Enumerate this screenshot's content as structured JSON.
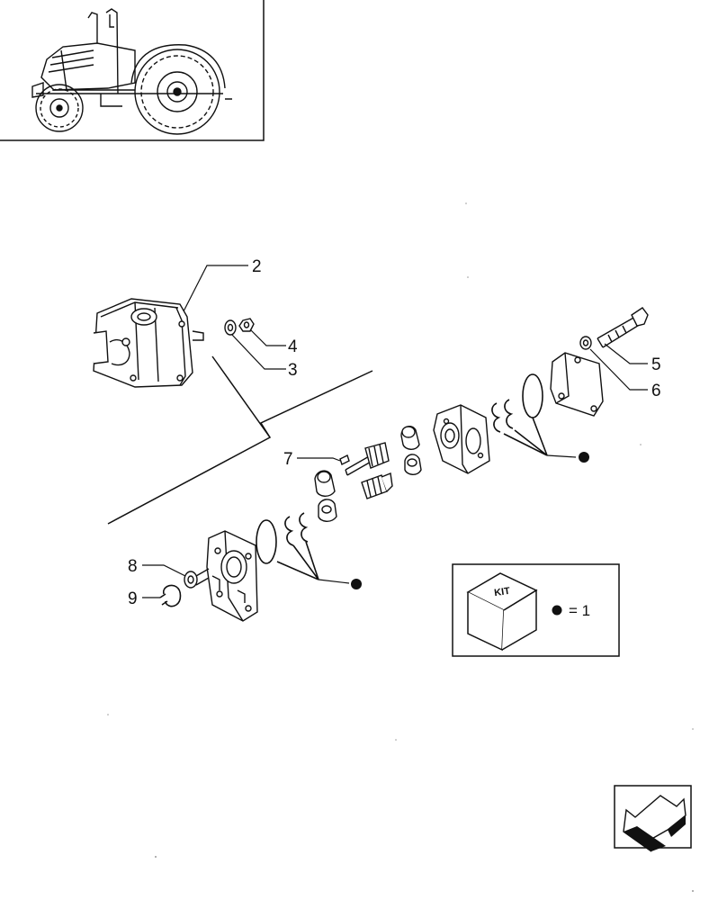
{
  "callouts": {
    "c2": "2",
    "c3": "3",
    "c4": "4",
    "c5": "5",
    "c6": "6",
    "c7": "7",
    "c8": "8",
    "c9": "9"
  },
  "kit_legend": {
    "box_label": "KIT",
    "equals_text": "= 1"
  },
  "icons": {
    "tractor": "tractor-thumbnail-icon",
    "navigation": "back-arrow-icon",
    "kit_marker": "filled-dot-icon"
  }
}
